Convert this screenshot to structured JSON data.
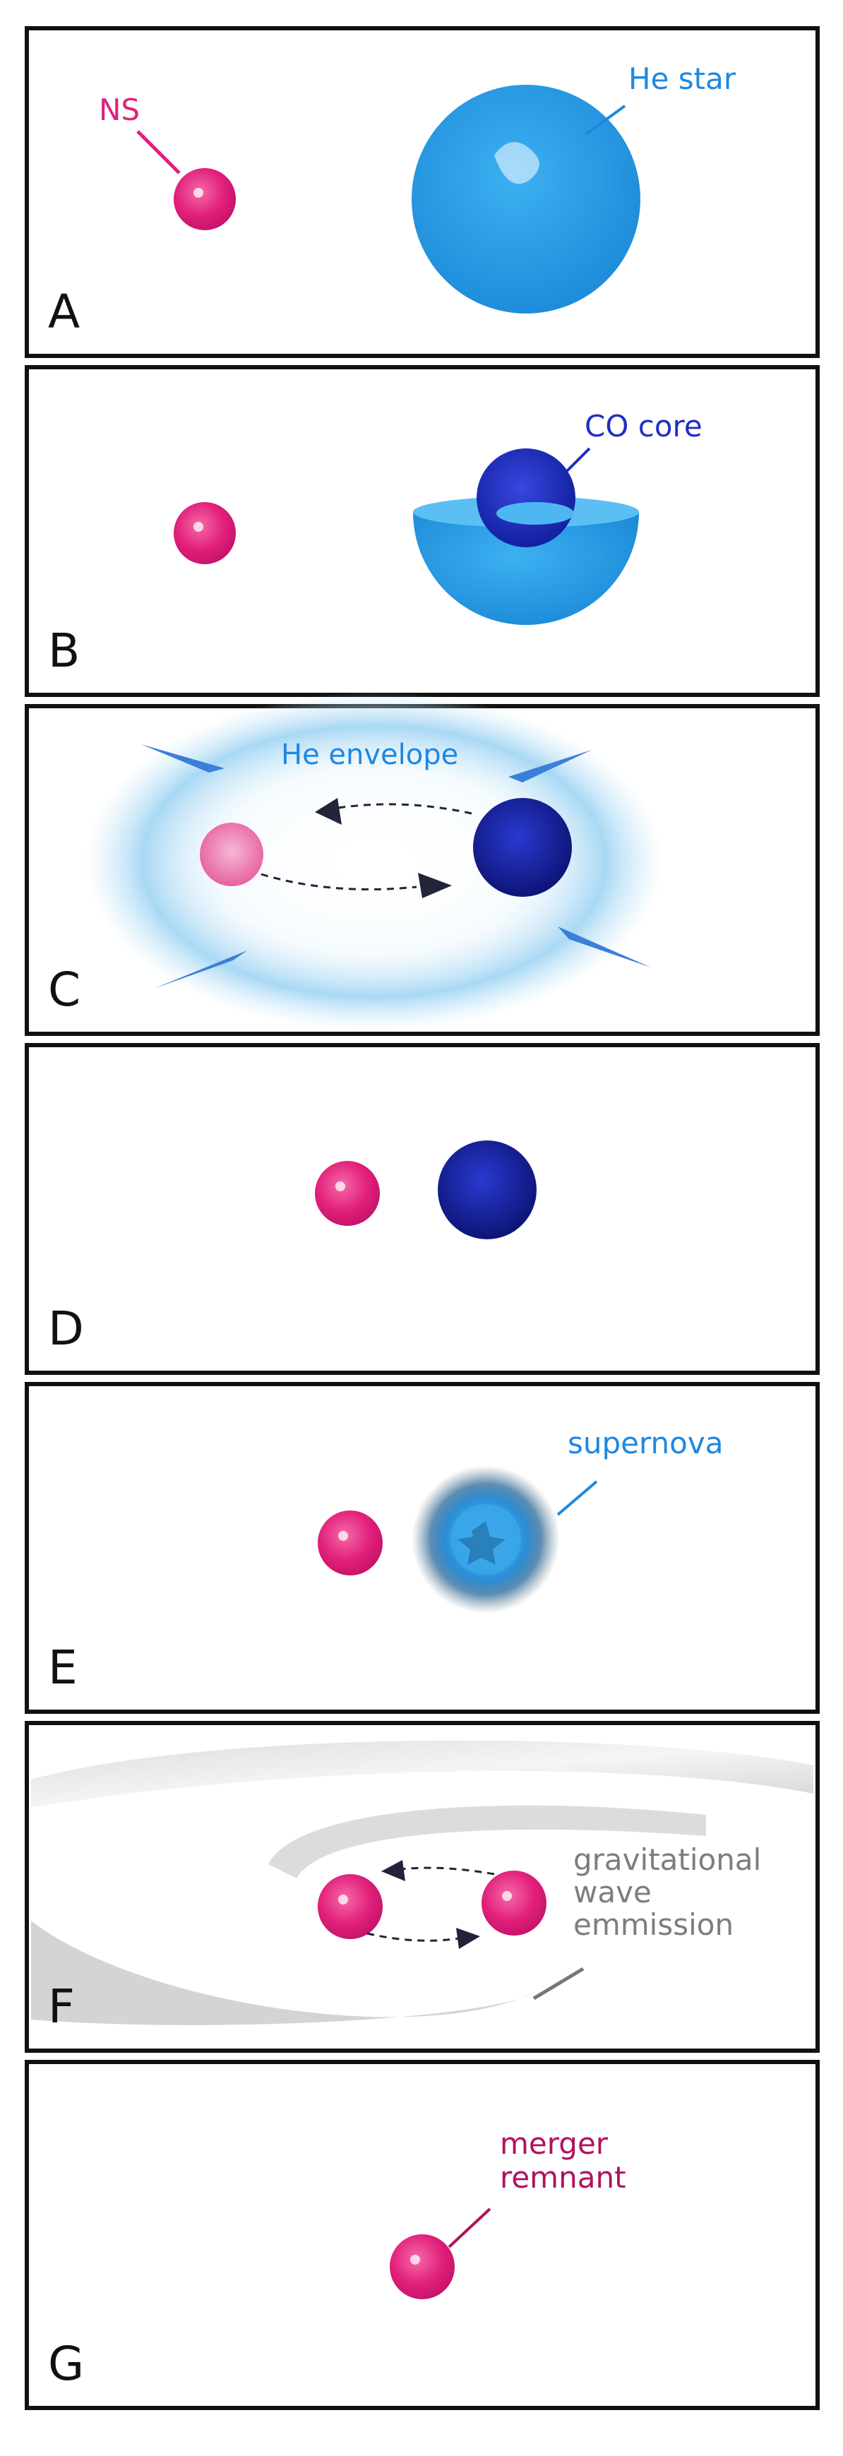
{
  "panels": [
    {
      "letter": "A",
      "labels": [
        "NS",
        "He star"
      ]
    },
    {
      "letter": "B",
      "labels": [
        "CO core"
      ]
    },
    {
      "letter": "C",
      "labels": [
        "He envelope"
      ]
    },
    {
      "letter": "D",
      "labels": []
    },
    {
      "letter": "E",
      "labels": [
        "supernova"
      ]
    },
    {
      "letter": "F",
      "labels": [
        "gravitational",
        "wave",
        "emmission"
      ]
    },
    {
      "letter": "G",
      "labels": [
        "merger",
        "remnant"
      ]
    }
  ],
  "colors": {
    "neutron_star": "#e2207a",
    "he_star": "#2aa0e6",
    "co_core": "#1a2fc9",
    "label_pink": "#e2207a",
    "label_blue": "#1e88e0",
    "label_darkblue": "#1f2fc4",
    "label_gray": "#7d7d7d",
    "label_maroon": "#b0125e",
    "arrow": "#22243a"
  }
}
